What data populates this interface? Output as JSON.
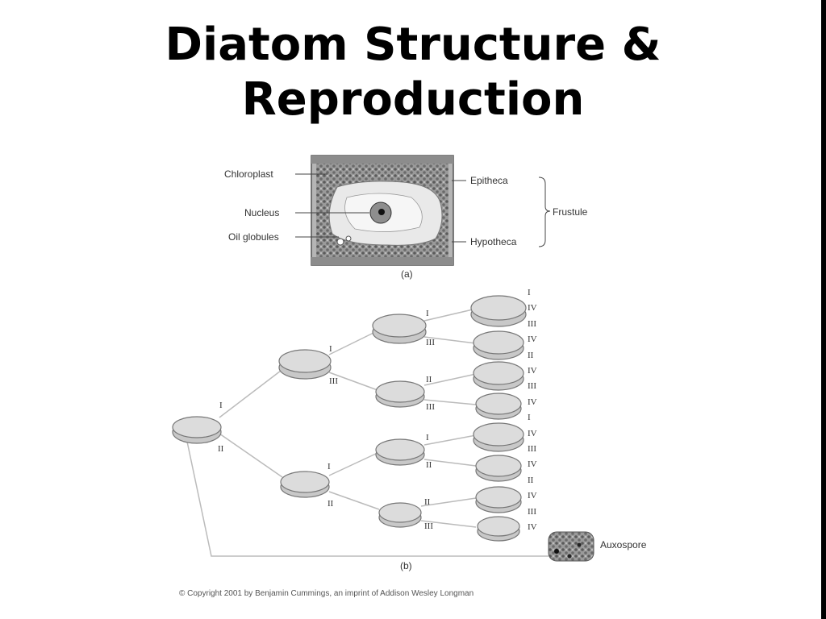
{
  "slide": {
    "title_line1": "Diatom Structure &",
    "title_line2": "Reproduction",
    "copyright": "© Copyright 2001 by Benjamin Cummings, an imprint of Addison Wesley Longman"
  },
  "figure_a": {
    "labels": {
      "chloroplast": "Chloroplast",
      "nucleus": "Nucleus",
      "oil_globules": "Oil globules",
      "epitheca": "Epitheca",
      "hypotheca": "Hypotheca",
      "frustule": "Frustule"
    },
    "caption": "(a)"
  },
  "figure_b": {
    "caption": "(b)",
    "auxospore": "Auxospore",
    "root_gen": [
      "I",
      "II"
    ],
    "gen2_top": [
      "I",
      "III"
    ],
    "gen2_bottom": [
      "I",
      "II"
    ],
    "gen3": [
      [
        "I",
        "III"
      ],
      [
        "II",
        "III"
      ],
      [
        "I",
        "II"
      ],
      [
        "II",
        "III"
      ]
    ],
    "right_column": [
      "I",
      "IV",
      "III",
      "IV",
      "II",
      "IV",
      "III",
      "IV",
      "I",
      "IV",
      "III",
      "IV",
      "II",
      "IV",
      "III",
      "IV"
    ]
  }
}
